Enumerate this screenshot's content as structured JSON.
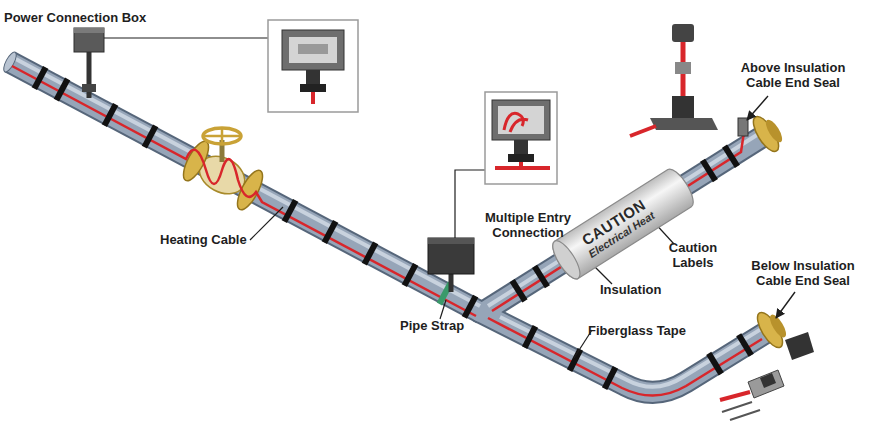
{
  "diagram": {
    "nodes": [
      {
        "text": [
          "CAUTION",
          "Electrical Heat"
        ]
      }
    ],
    "labels": [
      "Power Connection Box",
      "Heating Cable",
      "Multiple Entry Connection",
      "Pipe Strap",
      "Fiberglass Tape",
      "Insulation",
      "Caution Labels",
      "Above Insulation Cable End Seal",
      "Below Insulation Cable End Seal"
    ]
  }
}
